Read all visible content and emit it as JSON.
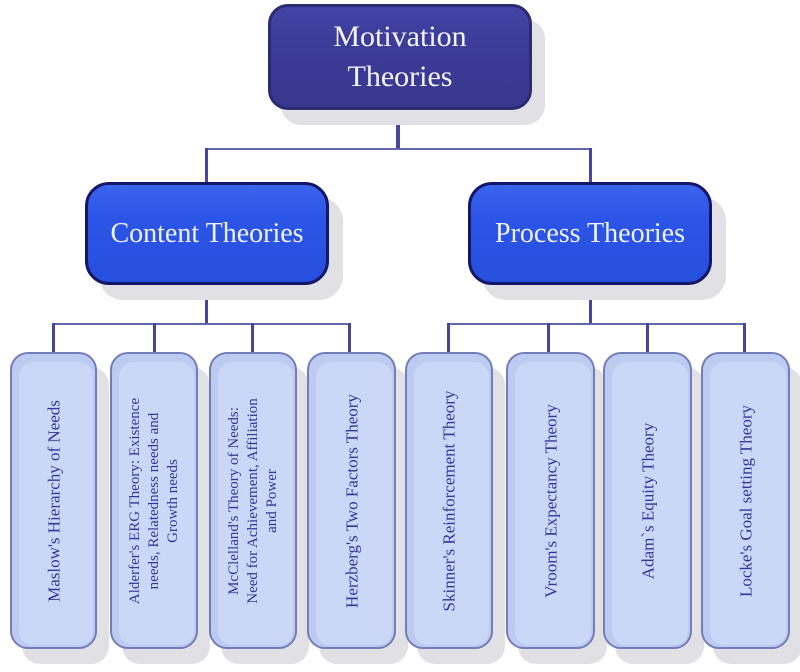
{
  "diagram": {
    "root": {
      "label": "Motivation\nTheories"
    },
    "branches": [
      {
        "label": "Content Theories",
        "children": [
          {
            "label": "Maslow's Hierarchy of Needs"
          },
          {
            "label": "Alderfer's  ERG Theory: Existence\nneeds, Relatedness needs and\nGrowth needs"
          },
          {
            "label": "McClelland's Theory of Needs:\nNeed for Achievement, Affiliation\nand Power"
          },
          {
            "label": "Herzberg's Two Factors Theory"
          }
        ]
      },
      {
        "label": "Process Theories",
        "children": [
          {
            "label": "Skinner's Reinforcement Theory"
          },
          {
            "label": "Vroom's  Expectancy Theory"
          },
          {
            "label": "Adam`s Equity Theory"
          },
          {
            "label": "Locke's Goal setting Theory"
          }
        ]
      }
    ]
  },
  "colors": {
    "root_fill": "#3c3c9a",
    "root_border": "#2b2b72",
    "branch_fill": "#2c55e7",
    "branch_border": "#161668",
    "leaf_fill": "#bccbf0",
    "leaf_inner_fill": "#cad7f6",
    "leaf_border": "#747db9",
    "leaf_text": "#34349b",
    "node_text": "#f4f4fd",
    "connector": "#46469a",
    "shadow": "#e1e1e5",
    "background": "#ffffff"
  }
}
